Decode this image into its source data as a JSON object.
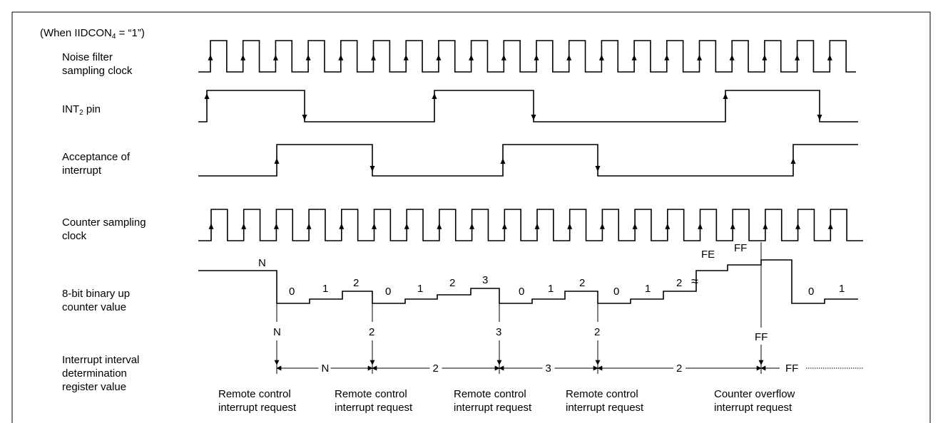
{
  "header": {
    "pre": "(When IIDCON",
    "sub": "4",
    "post": " = “1”)"
  },
  "signals": {
    "noise_filter": [
      "Noise filter",
      "sampling clock"
    ],
    "int2_pin": {
      "pre": "INT",
      "sub": "2",
      "post": " pin"
    },
    "acceptance": [
      "Acceptance of",
      "interrupt"
    ],
    "counter_clock": [
      "Counter sampling",
      "clock"
    ],
    "counter_value": [
      "8-bit binary up",
      "counter value"
    ],
    "register_value": [
      "Interrupt interval",
      "determination",
      "register value"
    ]
  },
  "counter_values": [
    "N",
    "0",
    "1",
    "2",
    "0",
    "1",
    "2",
    "3",
    "0",
    "1",
    "2",
    "0",
    "1",
    "2",
    "FE",
    "FF",
    "0",
    "1"
  ],
  "break_symbol": "≈",
  "capture_values": [
    "N",
    "2",
    "3",
    "2",
    "FF"
  ],
  "intervals": [
    "N",
    "2",
    "3",
    "2",
    "FF"
  ],
  "interrupt_requests": [
    [
      "Remote control",
      "interrupt request"
    ],
    [
      "Remote control",
      "interrupt request"
    ],
    [
      "Remote control",
      "interrupt request"
    ],
    [
      "Remote control",
      "interrupt request"
    ],
    [
      "Counter overflow",
      "interrupt request"
    ]
  ]
}
